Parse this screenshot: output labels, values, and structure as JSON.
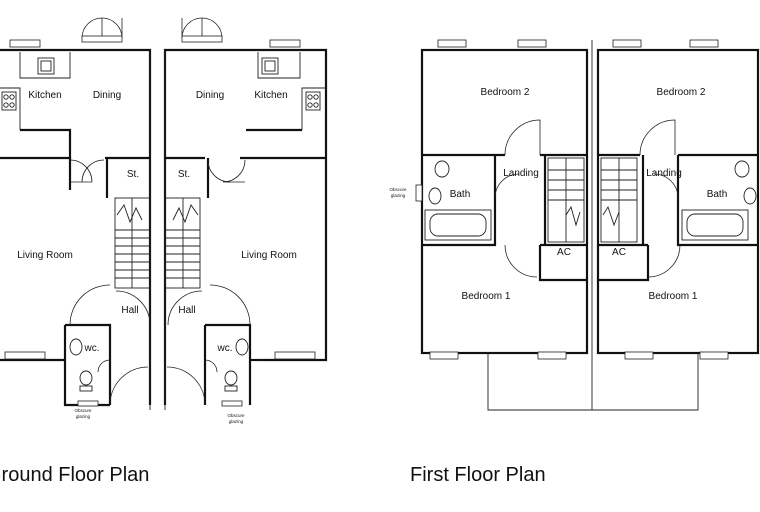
{
  "titles": {
    "ground": "Ground Floor Plan",
    "first": "First Floor Plan"
  },
  "ground_floor": {
    "left_unit": {
      "kitchen": "Kitchen",
      "dining": "Dining",
      "store": "St.",
      "living": "Living Room",
      "hall": "Hall",
      "wc": "wc.",
      "note_line1": "Obscure",
      "note_line2": "glazing"
    },
    "right_unit": {
      "dining": "Dining",
      "kitchen": "Kitchen",
      "store": "St.",
      "living": "Living Room",
      "hall": "Hall",
      "wc": "wc.",
      "note_line1": "Obscure",
      "note_line2": "glazing"
    }
  },
  "first_floor": {
    "left_unit": {
      "bedroom2": "Bedroom 2",
      "landing": "Landing",
      "bath": "Bath",
      "ac": "AC",
      "bedroom1": "Bedroom 1",
      "note_line1": "Obscure",
      "note_line2": "glazing"
    },
    "right_unit": {
      "bedroom2": "Bedroom 2",
      "landing": "Landing",
      "bath": "Bath",
      "ac": "AC",
      "bedroom1": "Bedroom 1"
    }
  }
}
